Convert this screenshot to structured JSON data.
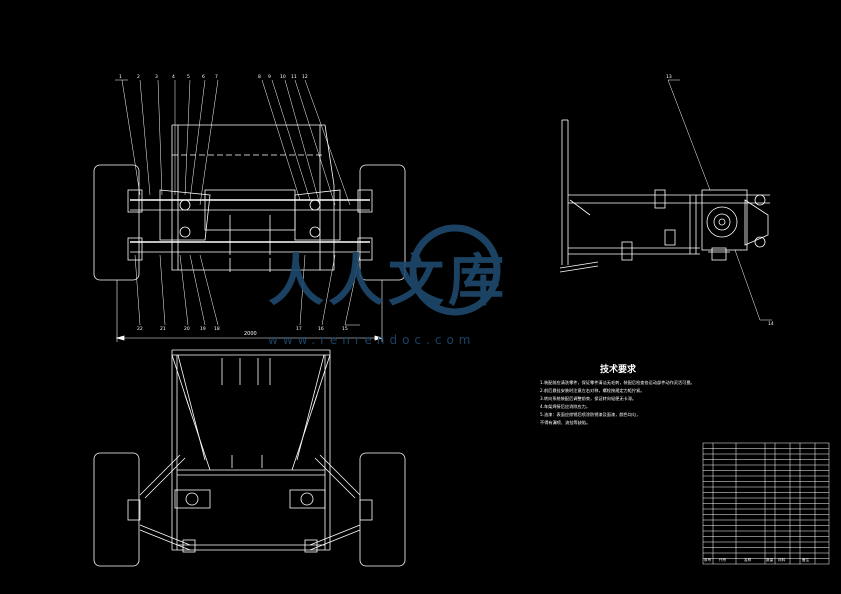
{
  "drawing": {
    "dimension_label": "2000",
    "tech_title": "技术要求",
    "tech_lines": [
      "1.装配前应清洗零件，保证零件清洁无毛刺，装配后检查各运动部件动作灵活可靠。",
      "2.前后悬挂安装时注意左右对称，螺栓按规定力矩拧紧。",
      "3.转向系统装配后调整前束，保证转向轻便无卡滞。",
      "4.车架焊接后应消除应力。",
      "5.油漆：表面应除锈后喷涂防锈漆及面漆，颜色均匀，",
      "   不得有漏喷、流挂等缺陷。"
    ],
    "balloons_top": [
      "1",
      "2",
      "3",
      "4",
      "5",
      "6",
      "7",
      "8",
      "9",
      "10",
      "11",
      "12"
    ],
    "balloons_bottom": [
      "22",
      "21",
      "20",
      "19",
      "18",
      "17",
      "16",
      "15"
    ],
    "balloon_right_top": "13",
    "balloon_right_bottom": "14"
  },
  "title_block": {
    "headers": [
      "序号",
      "代号",
      "名称",
      "数量",
      "材料",
      "备注"
    ]
  },
  "watermark": {
    "text": "人人文库",
    "url": "www.renrendoc.com"
  },
  "colors": {
    "line": "#ffffff",
    "watermark": "#1e4a6e",
    "background": "#000000"
  }
}
